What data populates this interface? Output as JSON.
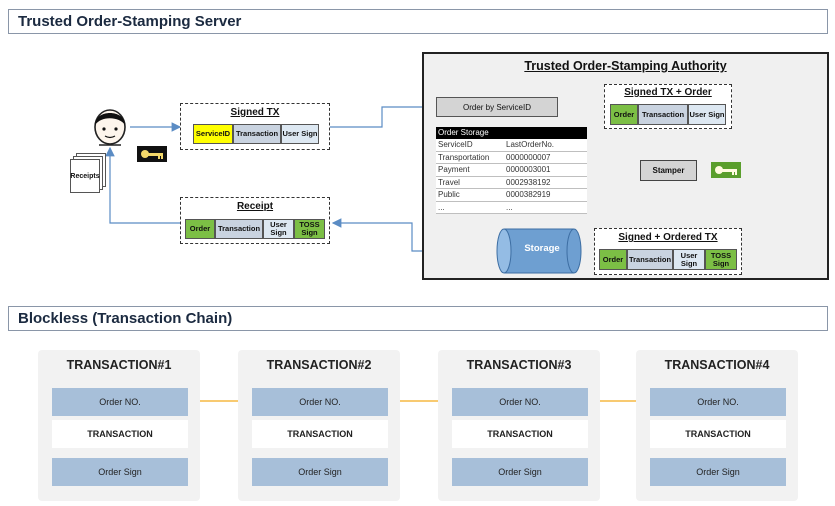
{
  "sections": {
    "server_title": "Trusted Order-Stamping Server",
    "chain_title": "Blockless (Transaction Chain)"
  },
  "user": {
    "receipts_label": "Receipts"
  },
  "signed_tx": {
    "title": "Signed TX",
    "fields": [
      "ServiceID",
      "Transaction",
      "User Sign"
    ]
  },
  "receipt": {
    "title": "Receipt",
    "fields": [
      "Order",
      "Transaction",
      "User Sign",
      "TOSS Sign"
    ]
  },
  "authority": {
    "title": "Trusted Order-Stamping Authority",
    "order_by_service": "Order by ServiceID",
    "table": {
      "header": "Order Storage",
      "rows": [
        [
          "ServiceID",
          "LastOrderNo."
        ],
        [
          "Transportation",
          "0000000007"
        ],
        [
          "Payment",
          "0000003001"
        ],
        [
          "Travel",
          "0002938192"
        ],
        [
          "Public",
          "0000382919"
        ],
        [
          "...",
          "..."
        ]
      ]
    },
    "signed_tx_order": {
      "title": "Signed TX + Order",
      "fields": [
        "Order",
        "Transaction",
        "User Sign"
      ]
    },
    "stamper": "Stamper",
    "signed_ordered": {
      "title": "Signed + Ordered TX",
      "fields": [
        "Order",
        "Transaction",
        "User Sign",
        "TOSS Sign"
      ]
    },
    "storage": "Storage"
  },
  "chain": {
    "transactions": [
      {
        "title": "TRANSACTION#1",
        "order_no": "Order NO.",
        "body": "TRANSACTION",
        "sign": "Order Sign"
      },
      {
        "title": "TRANSACTION#2",
        "order_no": "Order NO.",
        "body": "TRANSACTION",
        "sign": "Order Sign"
      },
      {
        "title": "TRANSACTION#3",
        "order_no": "Order NO.",
        "body": "TRANSACTION",
        "sign": "Order Sign"
      },
      {
        "title": "TRANSACTION#4",
        "order_no": "Order NO.",
        "body": "TRANSACTION",
        "sign": "Order Sign"
      }
    ]
  },
  "colors": {
    "arrow": "#5b8cc4",
    "chain_link": "#f5b942",
    "green": "#7cbf45",
    "yellow": "#ffff00"
  },
  "icons": [
    "user-avatar-icon",
    "receipts-stack-icon",
    "key-icon"
  ]
}
